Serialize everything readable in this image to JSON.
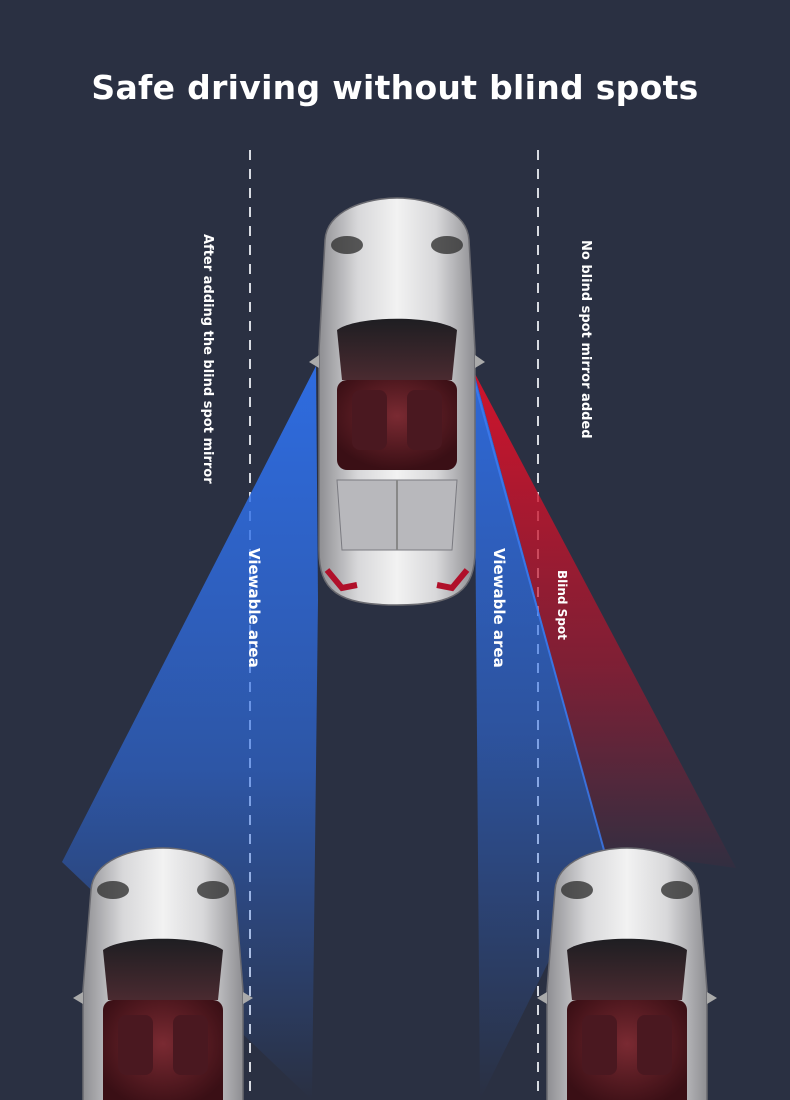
{
  "title": "Safe driving without blind spots",
  "labels": {
    "after_mirror": "After adding the blind spot mirror",
    "no_mirror": "No blind spot mirror added",
    "viewable_left": "Viewable area",
    "viewable_right": "Viewable area",
    "blind_spot": "Blind Spot"
  },
  "colors": {
    "background": "#2a3042",
    "viewable": "#2f6fe8",
    "blind_spot": "#d0142c",
    "car_body": "#c9c9c9",
    "car_interior": "#5a1c24"
  }
}
